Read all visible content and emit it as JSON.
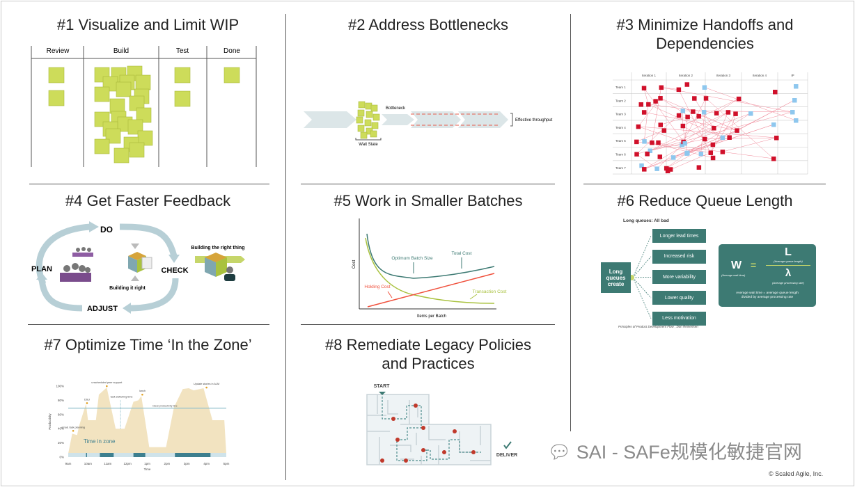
{
  "panels": {
    "p1": {
      "title": "#1 Visualize and Limit WIP",
      "columns": [
        "Review",
        "Build",
        "Test",
        "Done"
      ]
    },
    "p2": {
      "title": "#2 Address Bottlenecks",
      "bottleneck": "Bottleneck",
      "wait_state": "Wait State",
      "throughput": "Effective throughput"
    },
    "p3": {
      "title_line1": "#3 Minimize Handoffs and",
      "title_line2": "Dependencies",
      "columns": [
        "Iteration 1",
        "Iteration 2",
        "Iteration 3",
        "Iteration 4",
        "IP"
      ],
      "rows": [
        "Team 1",
        "Team 2",
        "Team 3",
        "Team 4",
        "Team 5",
        "Team 6",
        "Team 7"
      ]
    },
    "p4": {
      "title": "#4 Get Faster Feedback",
      "do": "DO",
      "plan": "PLAN",
      "check": "CHECK",
      "adjust": "ADJUST",
      "building_right": "Building it right",
      "building_right_thing": "Building the right thing"
    },
    "p5": {
      "title": "#5 Work in Smaller Batches",
      "ylabel": "Cost",
      "xlabel": "Items per Batch",
      "optimum": "Optimum Batch Size",
      "total": "Total Cost",
      "holding": "Holding Cost",
      "transaction": "Transaction Cost",
      "colors": {
        "total": "#3d7a73",
        "holding": "#f0503c",
        "transaction": "#a9c23f"
      }
    },
    "p6": {
      "title": "#6 Reduce Queue Length",
      "heading": "Long queues: All bad",
      "source": "Long queues create",
      "effects": [
        "Longer lead times",
        "Increased risk",
        "More variability",
        "Lower quality",
        "Less motivation"
      ],
      "formula": {
        "w": "W",
        "eq": "=",
        "w_label": "(Average wait time)",
        "l": "L",
        "l_label": "(Average queue length)",
        "lambda": "λ",
        "lambda_label": "(Average processing rate)",
        "desc_line1": "Average wait time = average queue length",
        "desc_line2": "divided by average processing rate"
      },
      "citation": "Principles of Product Development Flow , Don Reinertsen",
      "color": "#3d7a73"
    },
    "p7": {
      "title": "#7 Optimize Time ‘In the Zone’",
      "time_in_zone": "Time in zone"
    },
    "p8": {
      "title_line1": "#8 Remediate Legacy Policies",
      "title_line2": "and Practices",
      "start": "START",
      "deliver": "DELIVER"
    }
  },
  "chart_data": {
    "type": "area",
    "xlabel": "Time",
    "ylabel": "Productivity",
    "x_ticks": [
      "9am",
      "10am",
      "11am",
      "12pm",
      "1pm",
      "2pm",
      "3pm",
      "4pm",
      "5pm"
    ],
    "y_ticks": [
      "0%",
      "20%",
      "40%",
      "60%",
      "80%",
      "100%"
    ],
    "xlim": [
      9,
      17
    ],
    "ylim": [
      0,
      100
    ],
    "points": [
      [
        9.0,
        5
      ],
      [
        9.2,
        33
      ],
      [
        9.45,
        31
      ],
      [
        9.55,
        44
      ],
      [
        9.9,
        75
      ],
      [
        10.0,
        52
      ],
      [
        10.4,
        52
      ],
      [
        10.55,
        88
      ],
      [
        10.95,
        98
      ],
      [
        11.4,
        40
      ],
      [
        11.85,
        40
      ],
      [
        12.3,
        78
      ],
      [
        12.55,
        80
      ],
      [
        12.7,
        86
      ],
      [
        13.1,
        14
      ],
      [
        13.95,
        14
      ],
      [
        14.35,
        70
      ],
      [
        14.8,
        96
      ],
      [
        15.1,
        97
      ],
      [
        15.35,
        94
      ],
      [
        15.85,
        97
      ],
      [
        16.3,
        52
      ],
      [
        16.9,
        52
      ],
      [
        17.0,
        5
      ]
    ],
    "ideal_line": {
      "label": "ideal productivity line",
      "value": 69
    },
    "annotations": [
      {
        "label": "email, task planning",
        "x": 9.25,
        "y": 37
      },
      {
        "label": "DSU",
        "x": 9.95,
        "y": 76
      },
      {
        "label": "unscheduled peer support",
        "x": 10.95,
        "y": 100
      },
      {
        "label": "task switching time",
        "x": 11.7,
        "y": 80
      },
      {
        "label": "lunch",
        "x": 12.75,
        "y": 88
      },
      {
        "label": "Update stories in ALM",
        "x": 16.0,
        "y": 98
      }
    ],
    "zone_intervals": [
      [
        9.9,
        9.95
      ],
      [
        10.6,
        11.3
      ],
      [
        12.3,
        12.9
      ],
      [
        14.4,
        16.2
      ]
    ],
    "colors": {
      "area": "#f2e3c0",
      "ideal": "#8fbfcc",
      "zone": "#3d7f8f",
      "marker": "#e0a020"
    }
  },
  "watermark": "SAI - SAFe规模化敏捷官网",
  "copyright": "© Scaled Agile, Inc."
}
